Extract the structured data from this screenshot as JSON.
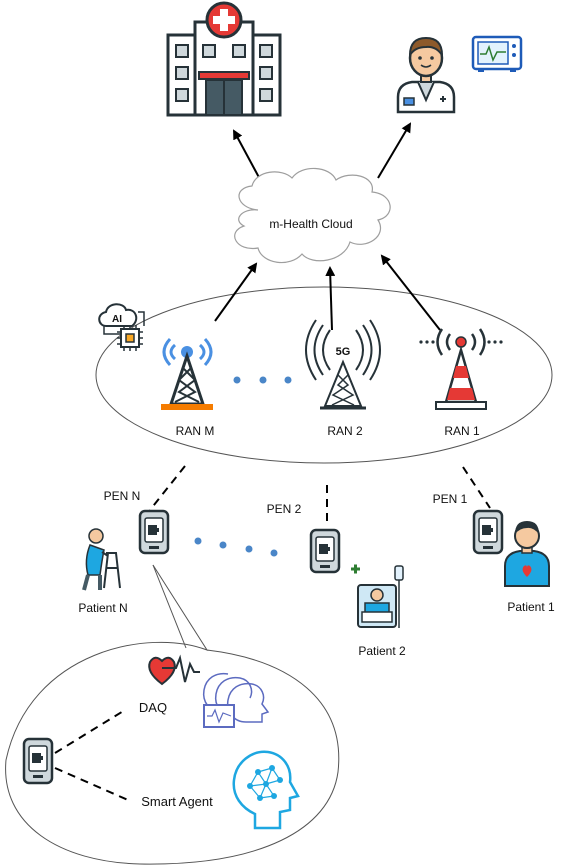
{
  "cloud": {
    "label": "m-Health Cloud"
  },
  "ran": [
    {
      "label": "RAN M"
    },
    {
      "label": "RAN 2",
      "badge": "5G"
    },
    {
      "label": "RAN 1"
    }
  ],
  "pen": [
    {
      "label": "PEN N"
    },
    {
      "label": "PEN 2"
    },
    {
      "label": "PEN 1"
    }
  ],
  "patients": [
    {
      "label": "Patient N"
    },
    {
      "label": "Patient 2"
    },
    {
      "label": "Patient 1"
    }
  ],
  "ai_badge": "AI",
  "detail": {
    "daq_label": "DAQ",
    "agent_label": "Smart Agent"
  },
  "colors": {
    "hospital_red": "#e53935",
    "tower_blue": "#4a90e2",
    "tower_orange": "#f57c00",
    "tower_red": "#e53935",
    "dot_blue": "#4a86c8",
    "patient_blue": "#1ea7e1",
    "icon_dark": "#263238"
  }
}
